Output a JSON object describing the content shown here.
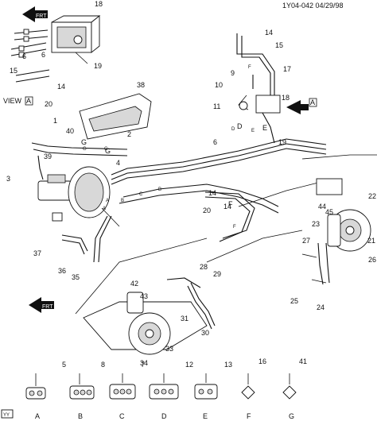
{
  "header": {
    "code": "1Y04-042  04/29/98"
  },
  "callouts": [
    "18",
    "FRT",
    "6",
    "6",
    "19",
    "15",
    "14",
    "20",
    "VIEW",
    "A",
    "14",
    "15",
    "9",
    "17",
    "10",
    "18",
    "A",
    "11",
    "19",
    "38",
    "1",
    "40",
    "2",
    "G",
    "G",
    "6",
    "39",
    "D",
    "E",
    "3",
    "4",
    "14",
    "20",
    "F",
    "14",
    "22",
    "44",
    "45",
    "37",
    "36",
    "35",
    "23",
    "27",
    "28",
    "29",
    "42",
    "43",
    "31",
    "30",
    "FRT",
    "33",
    "34",
    "26",
    "21",
    "25",
    "24",
    "5",
    "8",
    "7",
    "12",
    "13",
    "16",
    "41"
  ],
  "bottom_labels": [
    "A",
    "B",
    "C",
    "D",
    "E",
    "F",
    "G"
  ],
  "bottom_callouts": [
    "5",
    "8",
    "7",
    "12",
    "13",
    "16",
    "41"
  ],
  "line_letters": [
    "A",
    "B",
    "C",
    "B",
    "A",
    "D",
    "E",
    "F",
    "G",
    "G",
    "F"
  ],
  "view_label": "VIEW",
  "view_box": "A",
  "frt_label": "FRT",
  "corner_mark": "YY"
}
